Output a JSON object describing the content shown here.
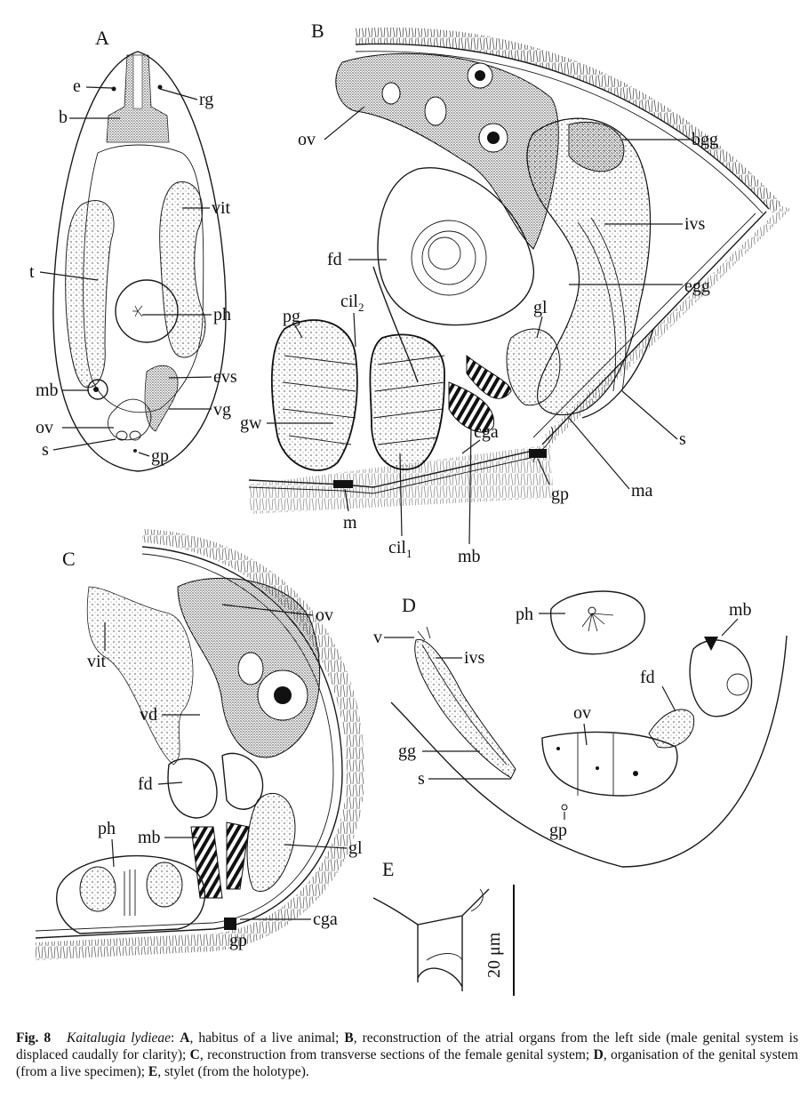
{
  "panels": {
    "a": "A",
    "b": "B",
    "c": "C",
    "d": "D",
    "e": "E"
  },
  "labels_a": {
    "e": "e",
    "b": "b",
    "rg": "rg",
    "vit": "vit",
    "t": "t",
    "ph": "ph",
    "mb": "mb",
    "evs": "evs",
    "vg": "vg",
    "ov": "ov",
    "s": "s",
    "gp": "gp"
  },
  "labels_b": {
    "ov": "ov",
    "bgg": "bgg",
    "ivs": "ivs",
    "fd": "fd",
    "egg": "egg",
    "pg": "pg",
    "cil2": "cil",
    "cil2_sub": "2",
    "gl": "gl",
    "gw": "gw",
    "cga": "cga",
    "s": "s",
    "gp": "gp",
    "ma": "ma",
    "m": "m",
    "cil1": "cil",
    "cil1_sub": "1",
    "mb": "mb"
  },
  "labels_c": {
    "ov": "ov",
    "vit": "vit",
    "vd": "vd",
    "fd": "fd",
    "mb": "mb",
    "ph": "ph",
    "gl": "gl",
    "cga": "cga",
    "gp": "gp"
  },
  "labels_d": {
    "ph": "ph",
    "mb": "mb",
    "v": "v",
    "ivs": "ivs",
    "fd": "fd",
    "ov": "ov",
    "gg": "gg",
    "s": "s",
    "gp": "gp"
  },
  "scale_bar": "20 μm",
  "caption": {
    "fig": "Fig. 8",
    "species": "Kaitalugia lydieae",
    "part1": ": ",
    "a_key": "A",
    "a_text": ", habitus of a live animal; ",
    "b_key": "B",
    "b_text": ", reconstruction of the atrial organs from the left side (male genital system is displaced caudally for clarity); ",
    "c_key": "C",
    "c_text": ", reconstruction from transverse sections of the female genital system; ",
    "d_key": "D",
    "d_text": ", organisation of the genital system (from a live specimen); ",
    "e_key": "E",
    "e_text": ", stylet (from the holotype)."
  }
}
